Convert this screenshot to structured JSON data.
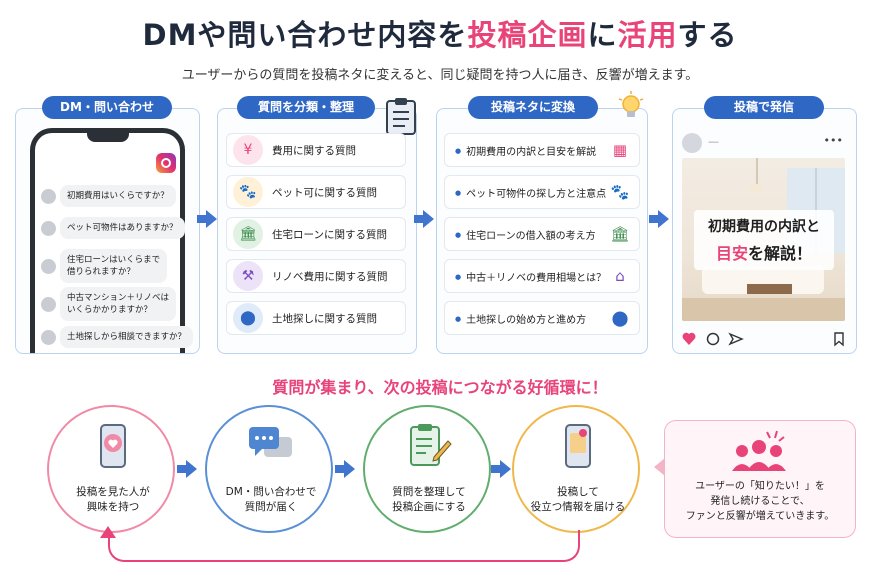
{
  "header": {
    "title_a": "DMや問い合わせ内容を",
    "title_b": "投稿企画",
    "title_c": "に",
    "title_d": "活用",
    "title_e": "する",
    "subtitle": "ユーザーからの質問を投稿ネタに変えると、同じ疑問を持つ人に届き、反響が増えます。"
  },
  "columns": [
    {
      "label": "DM・問い合わせ"
    },
    {
      "label": "質問を分類・整理"
    },
    {
      "label": "投稿ネタに変換"
    },
    {
      "label": "投稿で発信"
    }
  ],
  "dm_messages": [
    "初期費用はいくらですか？",
    "ペット可物件はありますか？",
    "住宅ローンはいくらまで\n借りられますか？",
    "中古マンション＋リノベは\nいくらかかりますか？",
    "土地探しから相談できますか？"
  ],
  "categories": [
    {
      "label": "費用に関する質問",
      "icon": "yen-icon",
      "color": "#e8447a"
    },
    {
      "label": "ペット可に関する質問",
      "icon": "paw-icon",
      "color": "#f3a82c"
    },
    {
      "label": "住宅ローンに関する質問",
      "icon": "bank-icon",
      "color": "#3a8a4a"
    },
    {
      "label": "リノベ費用に関する質問",
      "icon": "tools-icon",
      "color": "#7b4bbd"
    },
    {
      "label": "土地探しに関する質問",
      "icon": "map-pin-icon",
      "color": "#2f67c4"
    }
  ],
  "topics": [
    {
      "label": "初期費用の内訳と目安を解説",
      "icon": "calculator-icon",
      "color": "#e8447a"
    },
    {
      "label": "ペット可物件の探し方と注意点",
      "icon": "paw-icon",
      "color": "#f3a82c"
    },
    {
      "label": "住宅ローンの借入額の考え方",
      "icon": "bank-icon",
      "color": "#3a8a4a"
    },
    {
      "label": "中古＋リノベの費用相場とは？",
      "icon": "house-icon",
      "color": "#7b4bbd"
    },
    {
      "label": "土地探しの始め方と進め方",
      "icon": "map-pin-icon",
      "color": "#2f67c4"
    }
  ],
  "post": {
    "caption_line1": "初期費用の内訳と",
    "caption_hl": "目安",
    "caption_rest": "を解説！",
    "menu": "•••",
    "name_dash": "—"
  },
  "mid_text": "質問が集まり、次の投稿につながる好循環に！",
  "cycle": [
    {
      "text": "投稿を見た人が\n興味を持つ",
      "color": "#f08aa7"
    },
    {
      "text": "DM・問い合わせで\n質問が届く",
      "color": "#5b8fd6"
    },
    {
      "text": "質問を整理して\n投稿企画にする",
      "color": "#5fae6e"
    },
    {
      "text": "投稿して\n役立つ情報を届ける",
      "color": "#f0b84a"
    }
  ],
  "callout": {
    "text": "ユーザーの「知りたい！」を\n発信し続けることで、\nファンと反響が増えていきます。"
  },
  "colors": {
    "accent": "#e8447a",
    "primary": "#2f67c4",
    "title": "#1f2a3d"
  }
}
